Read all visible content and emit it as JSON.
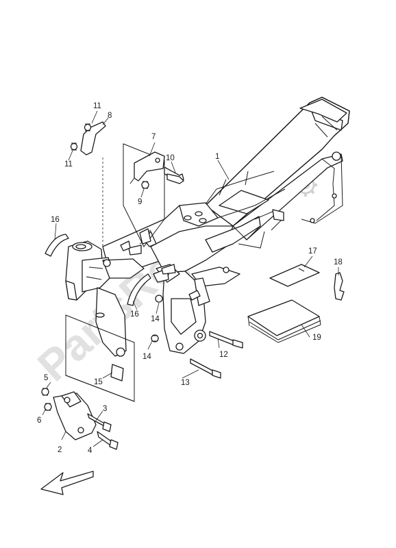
{
  "watermark": "PartsRepublik",
  "parts": [
    {
      "no": "1"
    },
    {
      "no": "2"
    },
    {
      "no": "3"
    },
    {
      "no": "4"
    },
    {
      "no": "5"
    },
    {
      "no": "6"
    },
    {
      "no": "7"
    },
    {
      "no": "8"
    },
    {
      "no": "9"
    },
    {
      "no": "10"
    },
    {
      "no": "11"
    },
    {
      "no": "11"
    },
    {
      "no": "12"
    },
    {
      "no": "13"
    },
    {
      "no": "14"
    },
    {
      "no": "14"
    },
    {
      "no": "15"
    },
    {
      "no": "16"
    },
    {
      "no": "16"
    },
    {
      "no": "17"
    },
    {
      "no": "18"
    },
    {
      "no": "19"
    }
  ],
  "icons": {
    "orientation_arrow": "front-direction-arrow-icon",
    "watermark_gear": "gear-icon"
  }
}
